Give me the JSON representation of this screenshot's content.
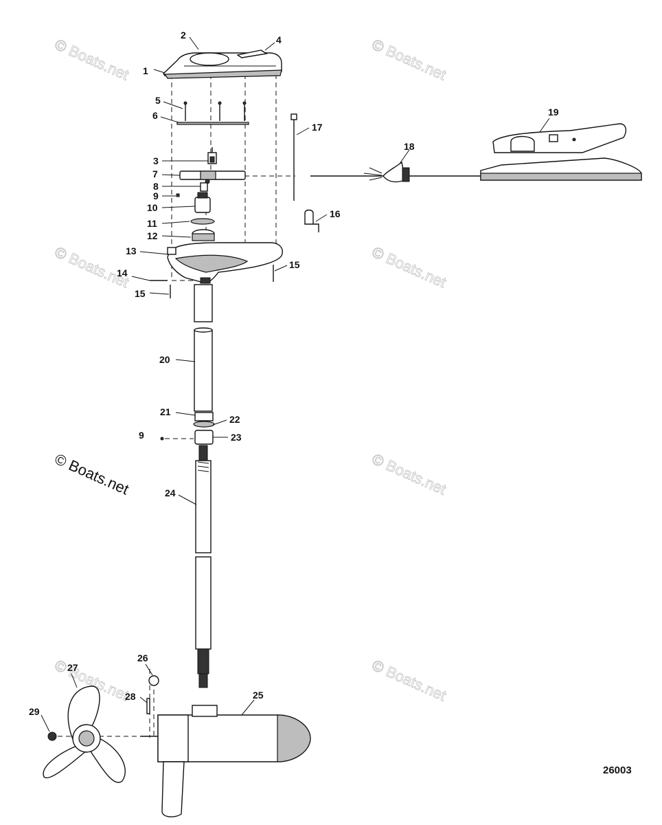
{
  "watermarks": [
    {
      "text": "© Boats.net"
    },
    {
      "text": "© Boats.net"
    },
    {
      "text": "© Boats.net"
    },
    {
      "text": "© Boats.net"
    },
    {
      "text": "© Boats.net"
    },
    {
      "text": "© Boats.net"
    },
    {
      "text": "© Boats.net"
    },
    {
      "text": "© Boats.net"
    }
  ],
  "figure_number": "26003",
  "callouts": [
    "1",
    "2",
    "3",
    "4",
    "5",
    "6",
    "7",
    "8",
    "9",
    "10",
    "11",
    "12",
    "13",
    "14",
    "15",
    "15",
    "16",
    "17",
    "18",
    "19",
    "20",
    "21",
    "22",
    "23",
    "9",
    "24",
    "25",
    "26",
    "27",
    "28",
    "29"
  ]
}
